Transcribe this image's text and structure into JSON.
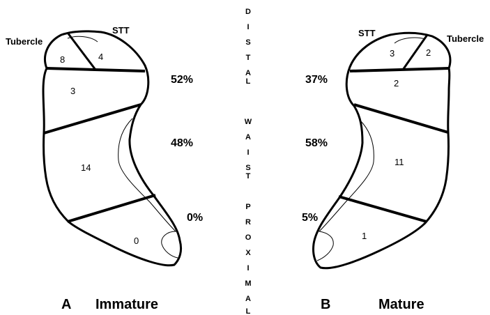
{
  "vertical_labels": {
    "distal": [
      "D",
      "I",
      "S",
      "T",
      "A",
      "L"
    ],
    "waist": [
      "W",
      "A",
      "I",
      "S",
      "T"
    ],
    "proximal": [
      "P",
      "R",
      "O",
      "X",
      "I",
      "M",
      "A",
      "L"
    ]
  },
  "panel_a": {
    "letter": "A",
    "title": "Immature",
    "tubercle_label": "Tubercle",
    "stt_label": "STT",
    "zones": {
      "tubercle": "8",
      "stt": "4",
      "distal": "3",
      "waist": "14",
      "proximal": "0"
    },
    "percentages": {
      "distal": "52%",
      "waist": "48%",
      "proximal": "0%"
    }
  },
  "panel_b": {
    "letter": "B",
    "title": "Mature",
    "tubercle_label": "Tubercle",
    "stt_label": "STT",
    "zones": {
      "stt": "3",
      "tubercle": "2",
      "distal": "2",
      "waist": "11",
      "proximal": "1"
    },
    "percentages": {
      "distal": "37%",
      "waist": "58%",
      "proximal": "5%"
    }
  }
}
